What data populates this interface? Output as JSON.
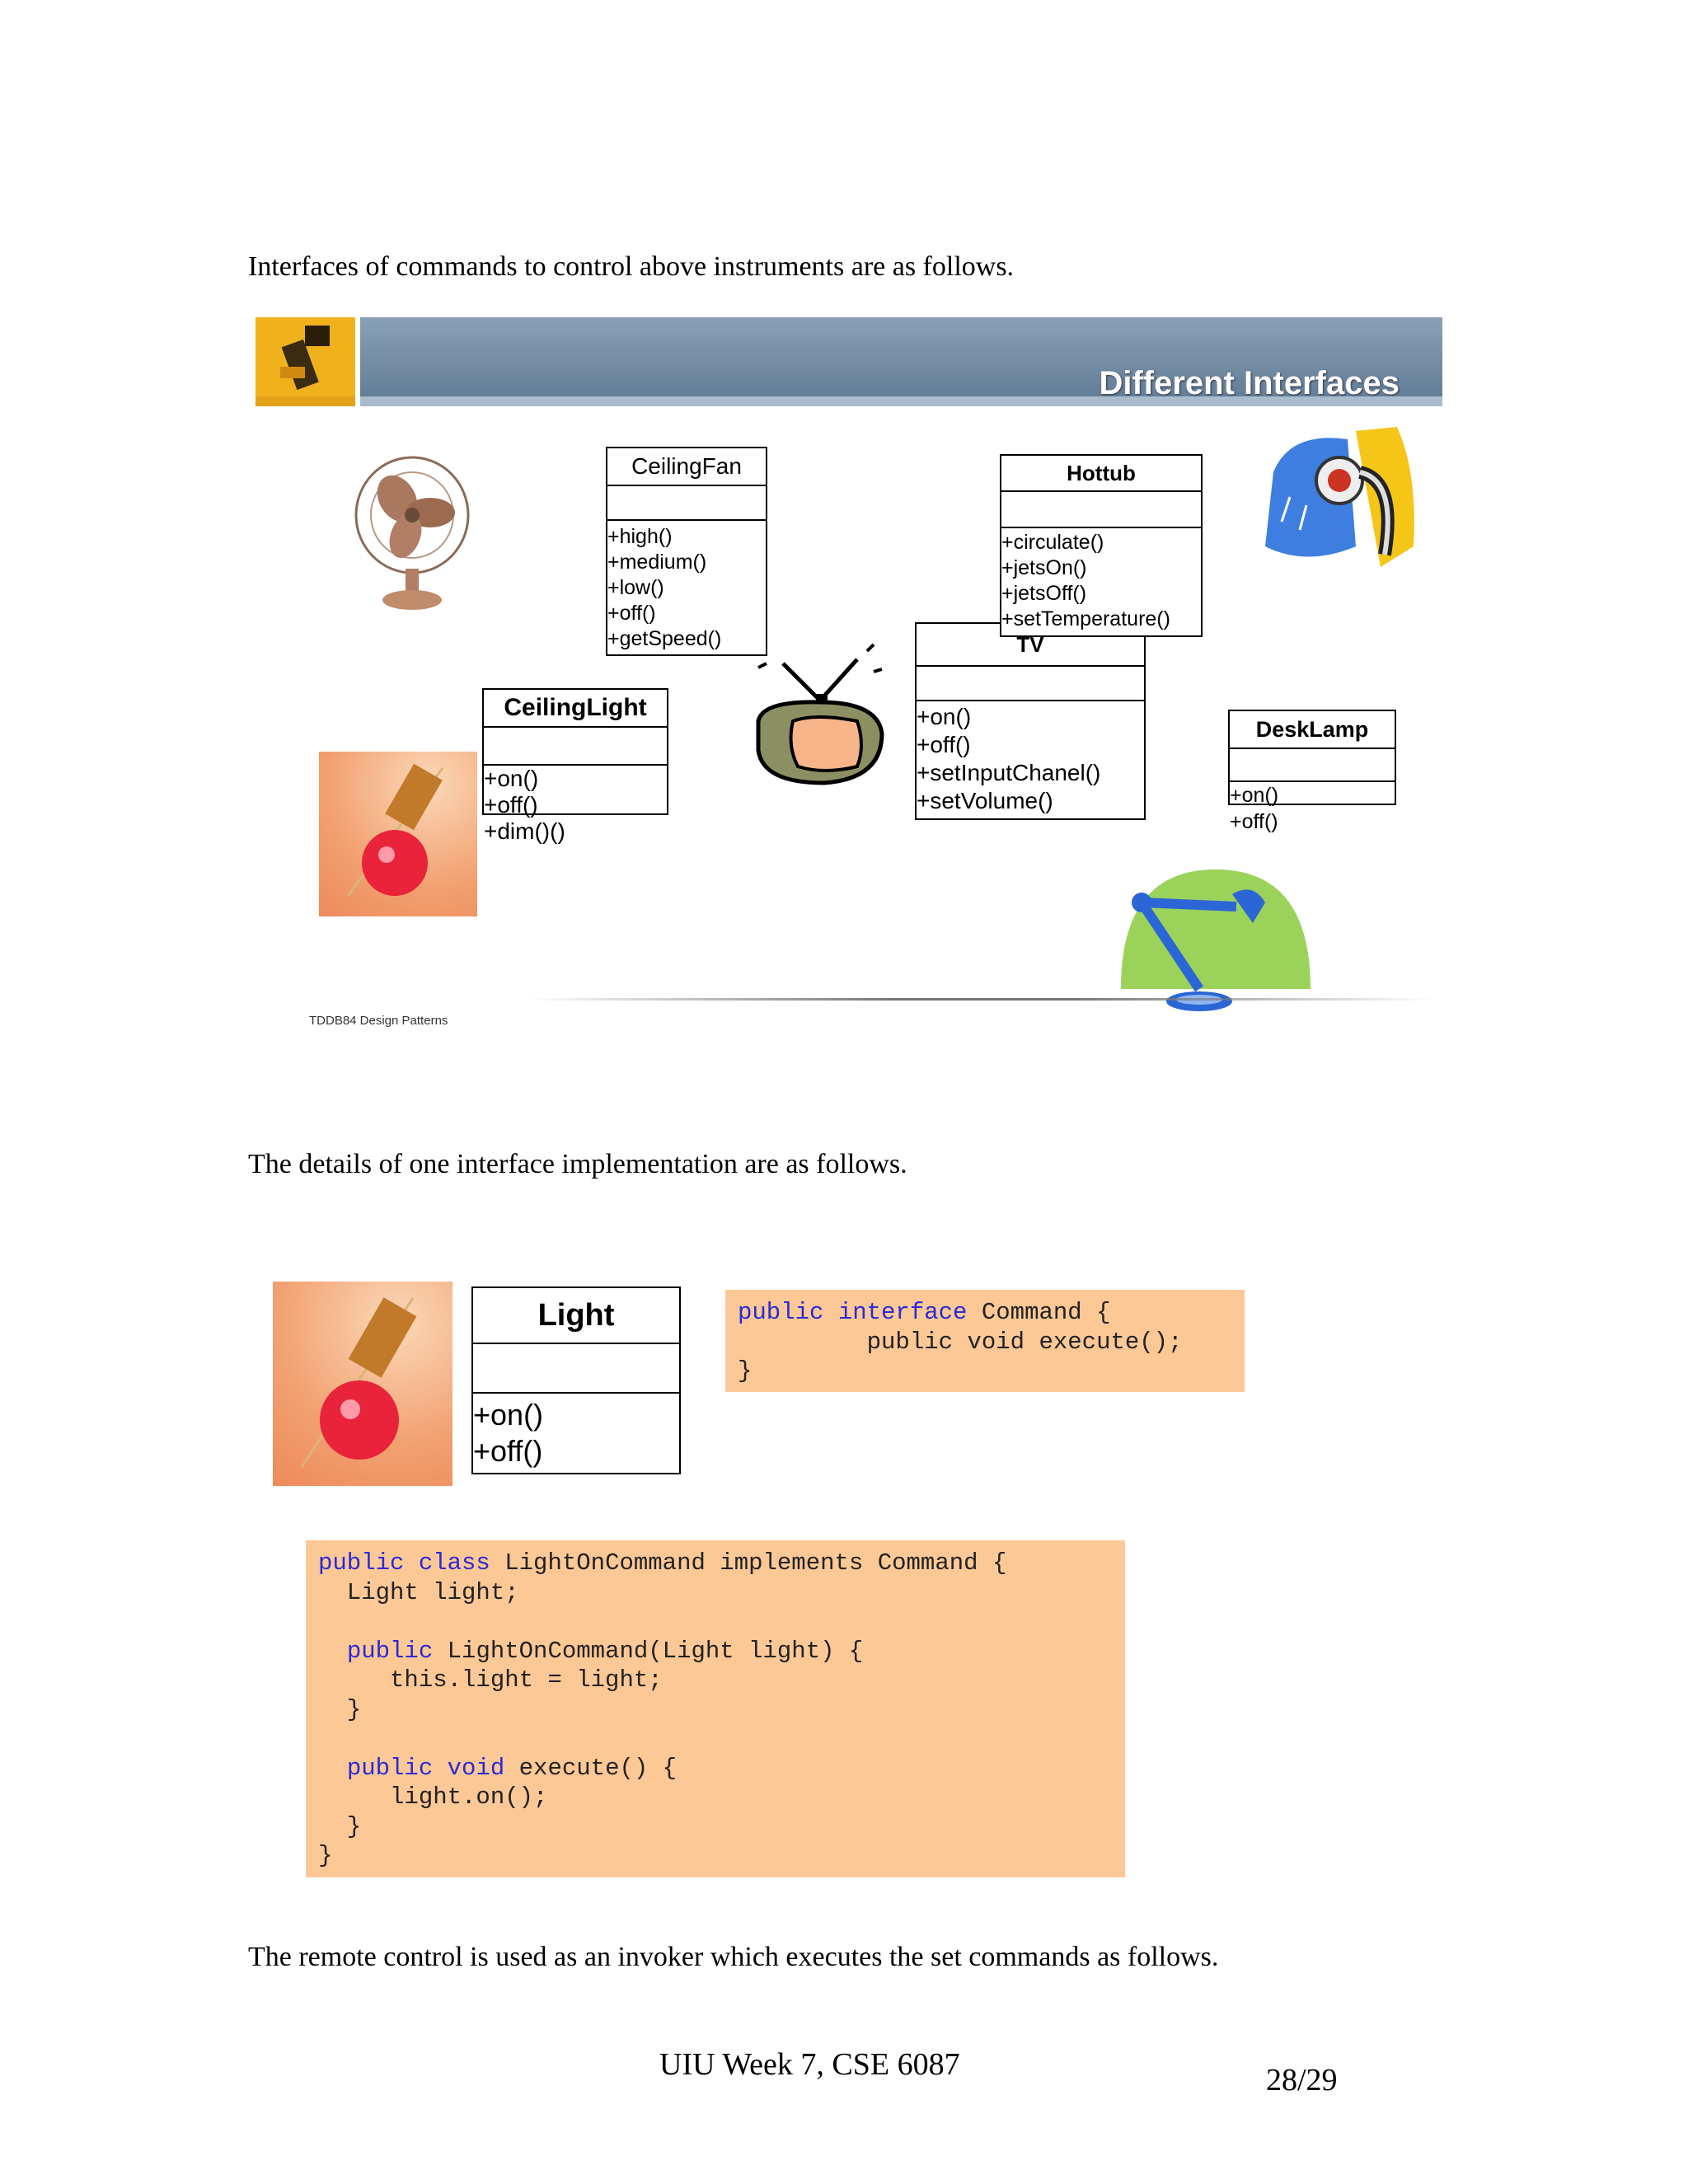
{
  "paragraphs": {
    "intro": "Interfaces of commands to control above instruments are as follows.",
    "details": "The details of one interface implementation are as follows.",
    "remote": "The remote control is used as an invoker which executes the set commands as follows."
  },
  "slide": {
    "title": "Different Interfaces",
    "footer": "TDDB84 Design Patterns",
    "classes": {
      "ceiling_fan": {
        "name": "CeilingFan",
        "methods": [
          "+high()",
          "+medium()",
          "+low()",
          "+off()",
          "+getSpeed()"
        ]
      },
      "hottub": {
        "name": "Hottub",
        "methods": [
          "+circulate()",
          "+jetsOn()",
          "+jetsOff()",
          "+setTemperature()"
        ]
      },
      "tv": {
        "name": "TV",
        "methods": [
          "+on()",
          "+off()",
          "+setInputChanel()",
          "+setVolume()"
        ]
      },
      "ceiling_light": {
        "name": "CeilingLight",
        "methods": [
          "+on()",
          "+off()",
          "+dim()()"
        ]
      },
      "desk_lamp": {
        "name": "DeskLamp",
        "methods": [
          "+on()",
          "+off()"
        ]
      }
    }
  },
  "light_class": {
    "name": "Light",
    "methods": [
      "+on()",
      "+off()"
    ]
  },
  "code_command": {
    "l1_kw": "public interface",
    "l1_rest": " Command {",
    "l2": "         public void execute();",
    "l3": "}"
  },
  "code_light_on": {
    "l1_kw": "public class",
    "l1_rest": " LightOnCommand implements Command {",
    "l2": "  Light light;",
    "l4_kw": "public",
    "l4_rest": " LightOnCommand(Light light) {",
    "l5": "     this.light = light;",
    "l6": "  }",
    "l8_kw": "public void",
    "l8_rest": " execute() {",
    "l9": "     light.on();",
    "l10": "  }",
    "l11": "}"
  },
  "page_footer": {
    "course": "UIU Week 7, CSE 6087",
    "page": "28/29"
  }
}
